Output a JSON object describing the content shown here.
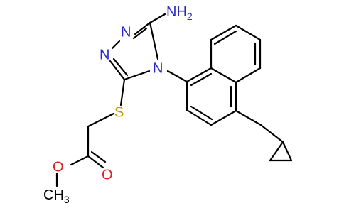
{
  "molecule": {
    "atoms": {
      "amine": {
        "text": "NH",
        "sub": "2"
      },
      "triazole_n1": {
        "text": "N"
      },
      "triazole_n2": {
        "text": "N"
      },
      "triazole_n4": {
        "text": "N"
      },
      "thioether_s": {
        "text": "S"
      },
      "ester_o_single": {
        "text": "O"
      },
      "ester_o_double": {
        "text": "O"
      },
      "methyl": {
        "text": "CH",
        "sub": "3"
      }
    },
    "colors": {
      "nitrogen": "#2828c8",
      "oxygen": "#e02020",
      "sulfur": "#b8a000",
      "bond": "#000000"
    }
  }
}
